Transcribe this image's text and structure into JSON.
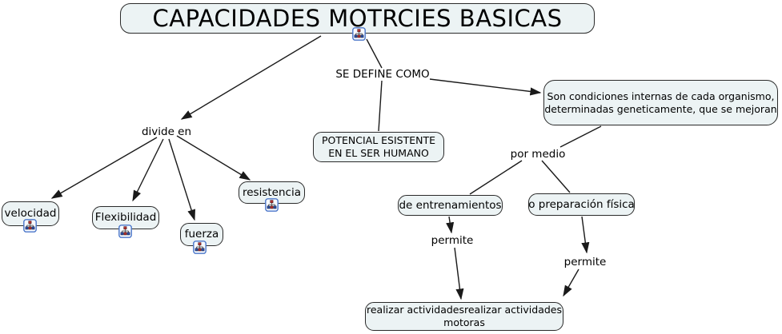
{
  "colors": {
    "node_fill": "#ecf3f4",
    "node_border": "#2a2a2a",
    "connector": "#1a1a1a",
    "icon_border": "#4a76c9",
    "icon_red": "#b03030",
    "icon_blue": "#2d4fa0"
  },
  "nodes": {
    "title": {
      "label": "CAPACIDADES MOTRCIES BASICAS"
    },
    "potencial": {
      "lines": [
        "POTENCIAL ESISTENTE",
        "EN EL SER HUMANO"
      ]
    },
    "definition": {
      "lines": [
        "Son condiciones internas de cada organismo,",
        "determinadas geneticamente, que se mejoran"
      ]
    },
    "velocidad": {
      "label": "velocidad"
    },
    "flexibilidad": {
      "label": "Flexibilidad"
    },
    "fuerza": {
      "label": "fuerza"
    },
    "resistencia": {
      "label": "resistencia"
    },
    "entrenamientos": {
      "label": "de entrenamientos"
    },
    "preparacion": {
      "label": "o preparación física"
    },
    "realizar": {
      "lines": [
        "realizar actividadesrealizar actividades",
        "motoras"
      ]
    }
  },
  "links": {
    "divide_en": "divide en",
    "se_define_como": "SE DEFINE COMO",
    "por_medio": "por medio",
    "permite_1": "permite",
    "permite_2": "permite"
  },
  "icons": {
    "resource_icon": "cmap-resource-icon"
  }
}
